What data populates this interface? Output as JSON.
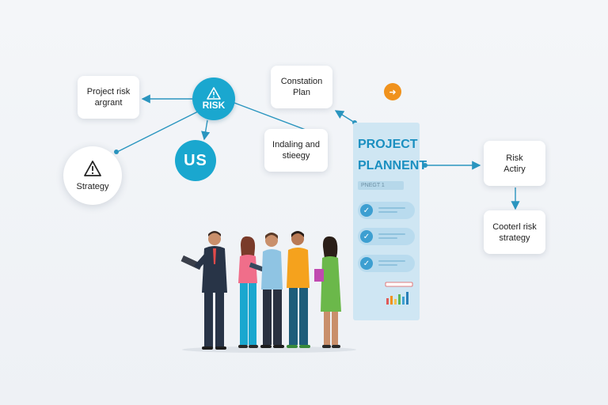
{
  "nodes": {
    "project_risk": "Project risk\nargrant",
    "risk": "RISK",
    "us": "US",
    "strategy": "Strategy",
    "constation": "Constation\nPlan",
    "indaling": "Indaling and\nstieegy",
    "risk_actiry": "Risk\nActiry",
    "cooterl": "Cooterl risk\nstrategy"
  },
  "panel": {
    "title_line1": "PROJECT",
    "title_line2": "PLANNENT",
    "subtitle": "PNEGT 1"
  },
  "icons": {
    "risk_warning": "warning-triangle",
    "strategy_warning": "warning-triangle",
    "orange_arrow": "arrow-right",
    "checks": "checkmark"
  },
  "colors": {
    "accent": "#1aa7cf",
    "orange": "#f0921d",
    "panel": "#cfe6f3",
    "connector": "#2a95bf"
  }
}
